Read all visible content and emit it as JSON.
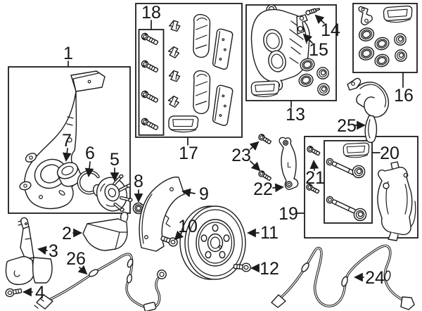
{
  "diagram": {
    "background_color": "#ffffff",
    "line_color": "#1c1c1c",
    "callouts": [
      "1",
      "2",
      "3",
      "4",
      "5",
      "6",
      "7",
      "8",
      "9",
      "10",
      "11",
      "12",
      "13",
      "14",
      "15",
      "16",
      "17",
      "18",
      "19",
      "20",
      "21",
      "22",
      "23",
      "24",
      "25",
      "26"
    ],
    "markings": {
      "bracket_22_letter": "L"
    }
  }
}
